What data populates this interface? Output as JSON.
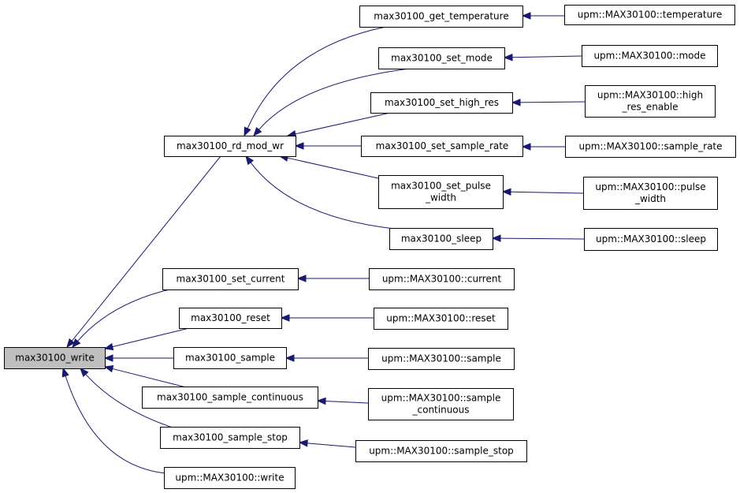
{
  "nodes": {
    "root": "max30100_write",
    "rd_mod_wr": "max30100_rd_mod_wr",
    "set_current": "max30100_set_current",
    "reset": "max30100_reset",
    "sample": "max30100_sample",
    "sample_continuous": "max30100_sample_continuous",
    "sample_stop": "max30100_sample_stop",
    "upm_write": "upm::MAX30100::write",
    "get_temperature": "max30100_get_temperature",
    "set_mode": "max30100_set_mode",
    "set_high_res": "max30100_set_high_res",
    "set_sample_rate": "max30100_set_sample_rate",
    "set_pulse_width": [
      "max30100_set_pulse",
      "_width"
    ],
    "sleep": "max30100_sleep",
    "upm_temperature": "upm::MAX30100::temperature",
    "upm_mode": "upm::MAX30100::mode",
    "upm_high_res": [
      "upm::MAX30100::high",
      "_res_enable"
    ],
    "upm_sample_rate": "upm::MAX30100::sample_rate",
    "upm_pulse_width": [
      "upm::MAX30100::pulse",
      "_width"
    ],
    "upm_sleep": "upm::MAX30100::sleep",
    "upm_current": "upm::MAX30100::current",
    "upm_reset": "upm::MAX30100::reset",
    "upm_sample": "upm::MAX30100::sample",
    "upm_sample_continuous": [
      "upm::MAX30100::sample",
      "_continuous"
    ],
    "upm_sample_stop": "upm::MAX30100::sample_stop"
  },
  "highlighted_node": "root",
  "edges": [
    [
      "rd_mod_wr",
      "root"
    ],
    [
      "set_current",
      "root"
    ],
    [
      "reset",
      "root"
    ],
    [
      "sample",
      "root"
    ],
    [
      "sample_continuous",
      "root"
    ],
    [
      "sample_stop",
      "root"
    ],
    [
      "upm_write",
      "root"
    ],
    [
      "get_temperature",
      "rd_mod_wr"
    ],
    [
      "set_mode",
      "rd_mod_wr"
    ],
    [
      "set_high_res",
      "rd_mod_wr"
    ],
    [
      "set_sample_rate",
      "rd_mod_wr"
    ],
    [
      "set_pulse_width",
      "rd_mod_wr"
    ],
    [
      "sleep",
      "rd_mod_wr"
    ],
    [
      "upm_temperature",
      "get_temperature"
    ],
    [
      "upm_mode",
      "set_mode"
    ],
    [
      "upm_high_res",
      "set_high_res"
    ],
    [
      "upm_sample_rate",
      "set_sample_rate"
    ],
    [
      "upm_pulse_width",
      "set_pulse_width"
    ],
    [
      "upm_sleep",
      "sleep"
    ],
    [
      "upm_current",
      "set_current"
    ],
    [
      "upm_reset",
      "reset"
    ],
    [
      "upm_sample",
      "sample"
    ],
    [
      "upm_sample_continuous",
      "sample_continuous"
    ],
    [
      "upm_sample_stop",
      "sample_stop"
    ]
  ],
  "colors": {
    "edge": "#191970",
    "highlight_fill": "#bfbfbf",
    "node_border": "#000000"
  }
}
